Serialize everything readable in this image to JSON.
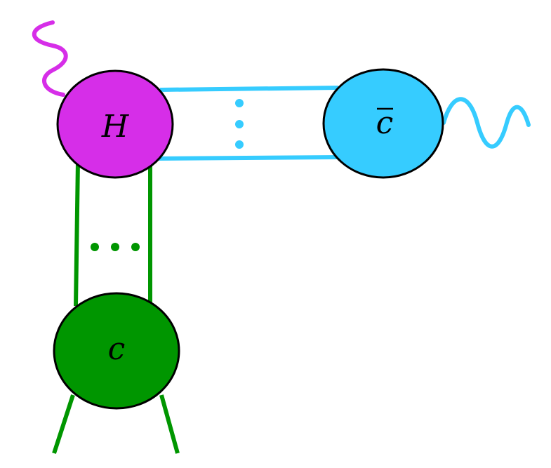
{
  "colors": {
    "hard": "#d62ee8",
    "anticollinear": "#36ccff",
    "collinear": "#009600",
    "outline": "#000000"
  },
  "nodes": {
    "hard": {
      "label": "H"
    },
    "anticollinear": {
      "label": "c"
    },
    "collinear": {
      "label": "c"
    }
  },
  "icons": {
    "photon_hard": "wavy-line-icon",
    "photon_anticollinear": "wavy-line-icon",
    "ellipsis_vertical": "vertical-dots-icon",
    "ellipsis_horizontal": "horizontal-dots-icon"
  }
}
